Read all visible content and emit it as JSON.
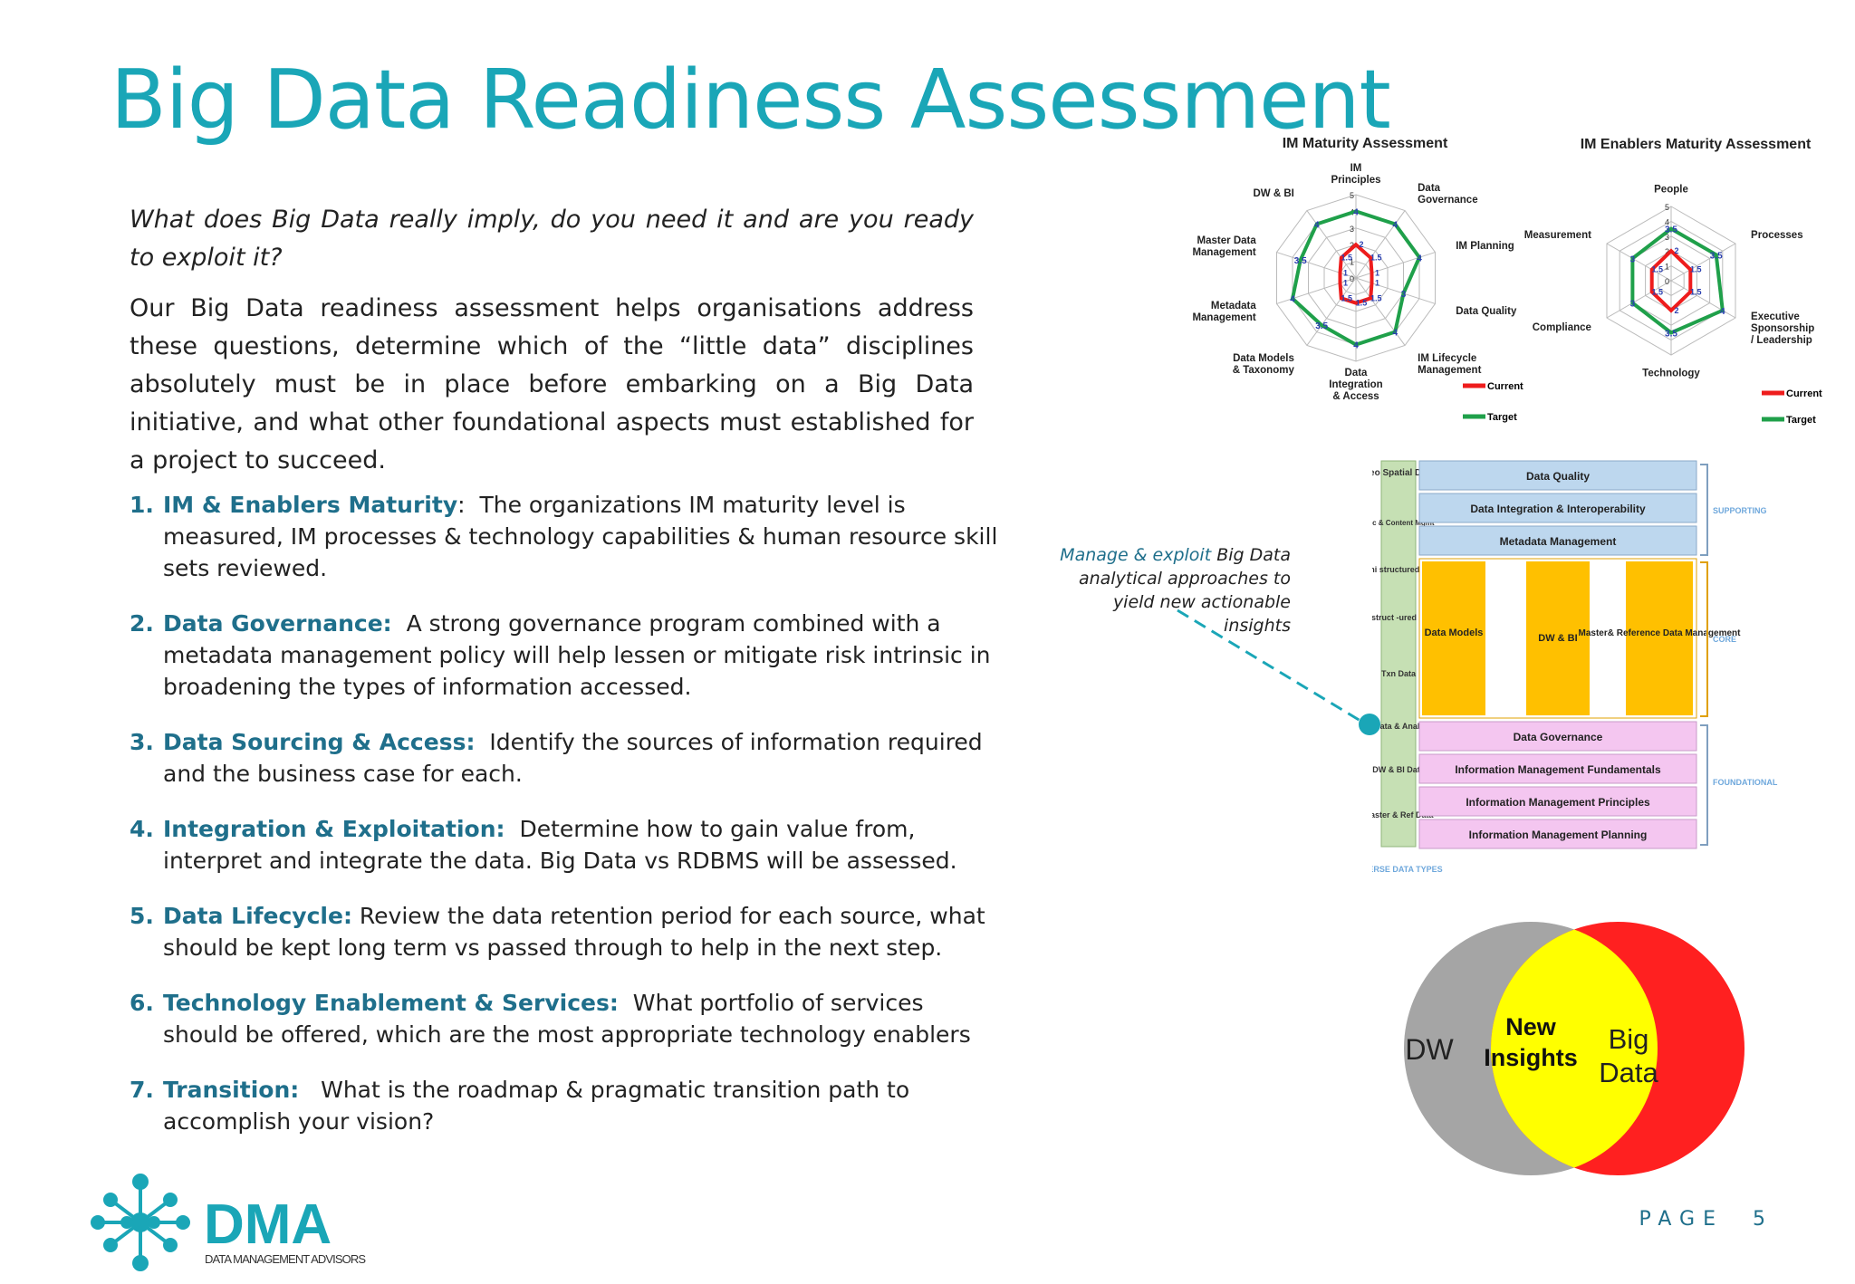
{
  "title": "Big Data Readiness Assessment",
  "intro_question": "What does Big Data really imply, do you need it and are you ready to exploit it?",
  "intro_body": "Our Big Data readiness assessment helps organisations address these questions, determine which of the “little data” disciplines absolutely must be in place before embarking on a Big Data initiative, and what other foundational aspects must established for a project to succeed.",
  "items": [
    {
      "num": "1.",
      "heading": "IM & Enablers Maturity",
      "sep": ":  ",
      "text": "The organizations IM maturity level is measured, IM processes & technology capabilities & human resource skill sets reviewed."
    },
    {
      "num": "2.",
      "heading": "Data Governance:",
      "sep": "  ",
      "text": "A strong governance program combined with a metadata management policy will help lessen or mitigate risk intrinsic in broadening the types of information accessed."
    },
    {
      "num": "3.",
      "heading": "Data Sourcing & Access:",
      "sep": "  ",
      "text": "Identify the sources of information required and the business case for each."
    },
    {
      "num": "4.",
      "heading": "Integration & Exploitation:",
      "sep": "  ",
      "text": "Determine how to gain value from, interpret and integrate the data. Big Data vs RDBMS will be assessed."
    },
    {
      "num": "5.",
      "heading": "Data Lifecycle:",
      "sep": " ",
      "text": "Review the data retention period for each source, what should be kept long term vs passed through to help in the next step."
    },
    {
      "num": "6.",
      "heading": "Technology Enablement & Services:",
      "sep": "  ",
      "text": "What portfolio of services should be offered, which are the most appropriate technology enablers"
    },
    {
      "num": "7.",
      "heading": "Transition:",
      "sep": "   ",
      "text": "What is the roadmap & pragmatic transition path to accomplish your vision?"
    }
  ],
  "radar_im": {
    "title": "IM Maturity Assessment",
    "axes": [
      "IM Principles",
      "Data Governance",
      "IM Planning",
      "Data Quality",
      "IM Lifecycle Management",
      "Data Integration & Access",
      "Data Models & Taxonomy",
      "Metadata Management",
      "Master Data Management",
      "DW & BI"
    ],
    "scale_labels": [
      "5",
      "4",
      "3",
      "2",
      "1",
      "0"
    ],
    "current": [
      2,
      1.5,
      1,
      1,
      1.5,
      1.5,
      1.5,
      1,
      1,
      1.5
    ],
    "target": [
      4,
      4,
      4,
      3,
      4,
      4,
      3.5,
      4,
      3.5,
      4
    ],
    "current_label": "Current",
    "target_label": "Target",
    "value_labels": [
      "2",
      "1.5",
      "4",
      "3",
      "4",
      "1.5",
      "3.5",
      "4",
      "3.5",
      "4",
      "1.5",
      "1.5",
      "1.5",
      "1.5"
    ]
  },
  "radar_en": {
    "title": "IM Enablers Maturity Assessment",
    "axes": [
      "People",
      "Processes",
      "Executive Sponsorship / Leadership",
      "Technology",
      "Compliance",
      "Measurement"
    ],
    "scale_labels": [
      "5",
      "4",
      "3",
      "2",
      "1",
      "0"
    ],
    "current": [
      2,
      1.5,
      1.5,
      2,
      1.5,
      1.5
    ],
    "target": [
      3.5,
      3.5,
      4,
      3.5,
      3,
      3
    ],
    "current_label": "Current",
    "target_label": "Target",
    "value_labels": [
      "3.5",
      "3.5",
      "4",
      "3.5",
      "3",
      "3",
      "1.5",
      "1.5",
      "1.5"
    ]
  },
  "architecture": {
    "data_types": [
      "Geo Spatial Data",
      "Doc & Content Mgmt",
      "Semi structured Data",
      "Unstruct -ured Data",
      "Txn Data",
      "Big Data & Analytics",
      "DW & BI Data",
      "Master & Ref Data"
    ],
    "data_types_label": "DIVERSE DATA TYPES",
    "supporting": [
      "Data Quality",
      "Data Integration & Interoperability",
      "Metadata Management"
    ],
    "supporting_label": "SUPPORTING",
    "core": [
      "Data Models",
      "DW & BI",
      "Master& Reference Data Management"
    ],
    "core_label": "CORE",
    "foundational": [
      "Data Governance",
      "Information Management Fundamentals",
      "Information Management Principles",
      "Information Management Planning"
    ],
    "foundational_label": "FOUNDATIONAL"
  },
  "caption": {
    "highlight": "Manage & exploit",
    "line1_rest": " Big Data",
    "line2": "analytical approaches to",
    "line3": "yield new actionable insights"
  },
  "venn": {
    "left": "DW",
    "middle_line1": "New",
    "middle_line2": "Insights",
    "right_line1": "Big",
    "right_line2": "Data",
    "colors": {
      "left": "#a5a5a5",
      "right": "#ff2020",
      "middle": "#ffff00"
    }
  },
  "logo": {
    "text": "DMA",
    "subtitle": "DATA MANAGEMENT ADVISORS"
  },
  "page": "PAGE  5",
  "colors": {
    "accent": "#1aa6b7",
    "heading": "#1f6f8b",
    "current": "#ee1c1c",
    "target": "#1fa04a"
  }
}
